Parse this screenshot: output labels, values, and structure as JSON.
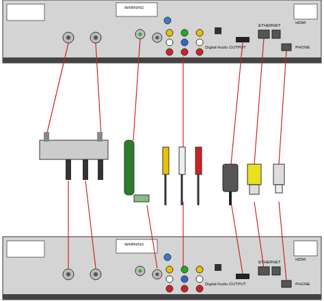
{
  "diagram": {
    "labels": [
      "WARNING",
      "ETHERNET",
      "HDMI",
      "Digital Audio OUTPUT",
      "PHONE",
      "WARNING",
      "ETHERNET",
      "HDMI",
      "Digital Audio OUTPUT",
      "PHONE"
    ]
  }
}
